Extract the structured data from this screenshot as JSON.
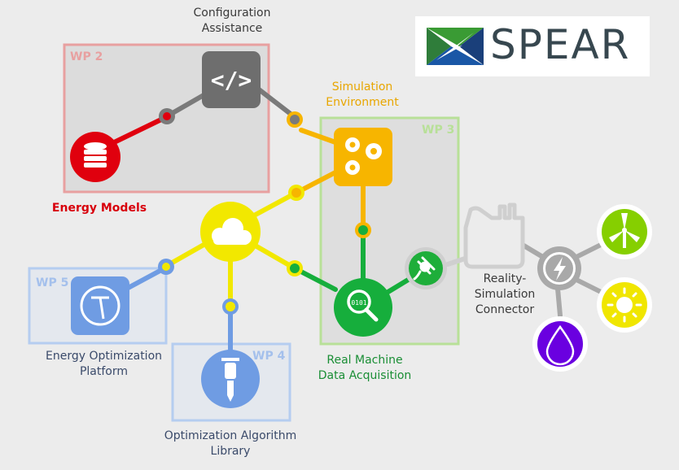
{
  "logo": {
    "text": "SPEAR",
    "colors": {
      "green": "#3a9b34",
      "blue": "#1a57a6",
      "text": "#37474f"
    }
  },
  "work_packages": [
    {
      "id": "wp2",
      "label": "WP 2",
      "color": "#e57373"
    },
    {
      "id": "wp3",
      "label": "WP 3",
      "color": "#a5d67a"
    },
    {
      "id": "wp4",
      "label": "WP 4",
      "color": "#a4c0ec"
    },
    {
      "id": "wp5",
      "label": "WP 5",
      "color": "#a4c0ec"
    }
  ],
  "nodes": {
    "configuration_assistance": {
      "label_line1": "Configuration",
      "label_line2": "Assistance",
      "color": "#6e6e6e",
      "icon": "code-icon"
    },
    "energy_models": {
      "label": "Energy Models",
      "color": "#e0000e",
      "icon": "database-icon"
    },
    "simulation_environment": {
      "label_line1": "Simulation",
      "label_line2": "Environment",
      "color": "#f7b500",
      "icon": "gears-icon"
    },
    "cloud": {
      "color": "#f2e800",
      "icon": "cloud-icon"
    },
    "energy_optimization_platform": {
      "label_line1": "Energy Optimization",
      "label_line2": "Platform",
      "color": "#6f9ce3",
      "icon": "platform-icon"
    },
    "optimization_algorithm_library": {
      "label_line1": "Optimization Algorithm",
      "label_line2": "Library",
      "color": "#6f9ce3",
      "icon": "library-icon"
    },
    "real_machine_data_acquisition": {
      "label_line1": "Real Machine",
      "label_line2": "Data Acquisition",
      "color": "#16ae3c",
      "icon": "magnifier-icon"
    },
    "reality_simulation_connector": {
      "label_line1": "Reality-",
      "label_line2": "Simulation",
      "label_line3": "Connector",
      "color": "#1eae3a",
      "icon": "plug-icon"
    },
    "factory": {
      "color": "#cfcfcf",
      "icon": "factory-icon"
    },
    "power_hub": {
      "color": "#a9a9a9",
      "icon": "lightning-icon"
    },
    "wind": {
      "color": "#86cf00",
      "icon": "wind-turbine-icon"
    },
    "sun": {
      "color": "#f0e600",
      "icon": "sun-icon"
    },
    "water": {
      "color": "#6a00e0",
      "icon": "water-drop-icon"
    }
  },
  "label_colors": {
    "dark_gray": "#3a3a3a",
    "red": "#d8000c",
    "orange": "#e8a600",
    "blue": "#3a4a6a",
    "green": "#1a8e35"
  }
}
